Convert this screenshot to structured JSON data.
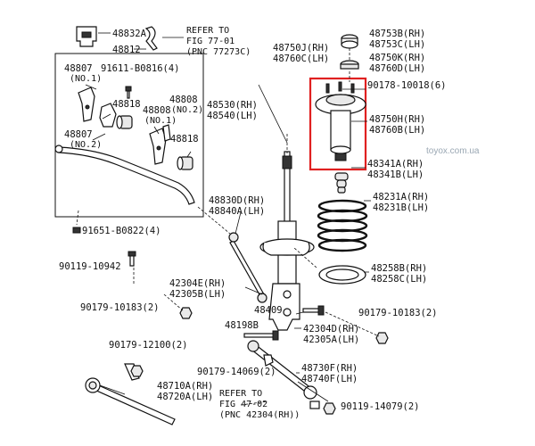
{
  "watermark": "toyox.com.ua",
  "highlight_color": "#e02020",
  "labels": {
    "p48832a": "48832A",
    "p48812": "48812",
    "refer1_a": "REFER TO",
    "refer1_b": "FIG 77-01",
    "refer1_c": "(PNC 77273C)",
    "p48807_1": "48807",
    "p48807_1n": "(NO.1)",
    "p91611": "91611-B0816(4)",
    "p48818_1": "48818",
    "p48808_1": "48808",
    "p48808_1n": "(NO.1)",
    "p48808_2": "48808",
    "p48808_2n": "(NO.2)",
    "p48807_2": "48807",
    "p48807_2n": "(NO.2)",
    "p48818_2": "48818",
    "p91651": "91651-B0822(4)",
    "p90119_10942": "90119-10942",
    "p90179_10183a": "90179-10183(2)",
    "p48750j": "48750J(RH)",
    "p48760c": "48760C(LH)",
    "p48530": "48530(RH)",
    "p48540": "48540(LH)",
    "p48753b": "48753B(RH)",
    "p48753c": "48753C(LH)",
    "p48750k": "48750K(RH)",
    "p48760d": "48760D(LH)",
    "p90178": "90178-10018(6)",
    "p48750h": "48750H(RH)",
    "p48760b": "48760B(LH)",
    "p48341a": "48341A(RH)",
    "p48341b": "48341B(LH)",
    "p48231a": "48231A(RH)",
    "p48231b": "48231B(LH)",
    "p48258b": "48258B(RH)",
    "p48258c": "48258C(LH)",
    "p48830d": "48830D(RH)",
    "p48840a": "48840A(LH)",
    "p42304e": "42304E(RH)",
    "p42305b": "42305B(LH)",
    "p48409": "48409",
    "p42304d": "42304D(RH)",
    "p42305a": "42305A(LH)",
    "p90179_10183b": "90179-10183(2)",
    "p48198b": "48198B",
    "p90179_12100": "90179-12100(2)",
    "p90179_14069": "90179-14069(2)",
    "p48730f": "48730F(RH)",
    "p48740f": "48740F(LH)",
    "p48710a": "48710A(RH)",
    "p48720a": "48720A(LH)",
    "refer2_a": "REFER TO",
    "refer2_b": "FIG 47-02",
    "refer2_c": "(PNC 42304(RH))",
    "p90119_14079": "90119-14079(2)"
  }
}
